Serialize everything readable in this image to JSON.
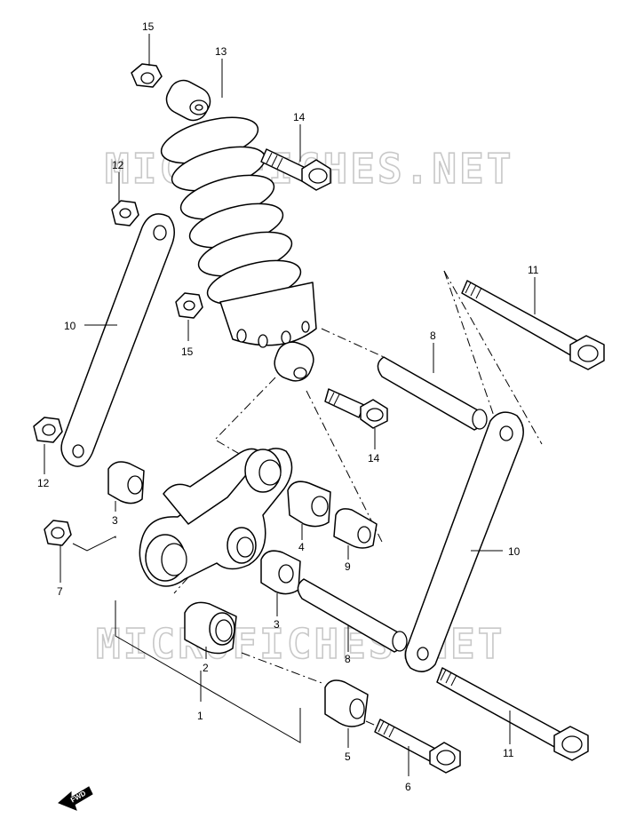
{
  "watermarks": [
    "MICROFICHES.NET",
    "MICROFICHES.NET"
  ],
  "callouts": {
    "c15a": "15",
    "c13": "13",
    "c14a": "14",
    "c12a": "12",
    "c15b": "15",
    "c10a": "10",
    "c11a": "11",
    "c8a": "8",
    "c14b": "14",
    "c12b": "12",
    "c3a": "3",
    "c7": "7",
    "c4": "4",
    "c9": "9",
    "c10b": "10",
    "c3b": "3",
    "c2": "2",
    "c8b": "8",
    "c1": "1",
    "c5": "5",
    "c6": "6",
    "c11b": "11"
  },
  "fwd_label": "FWD"
}
